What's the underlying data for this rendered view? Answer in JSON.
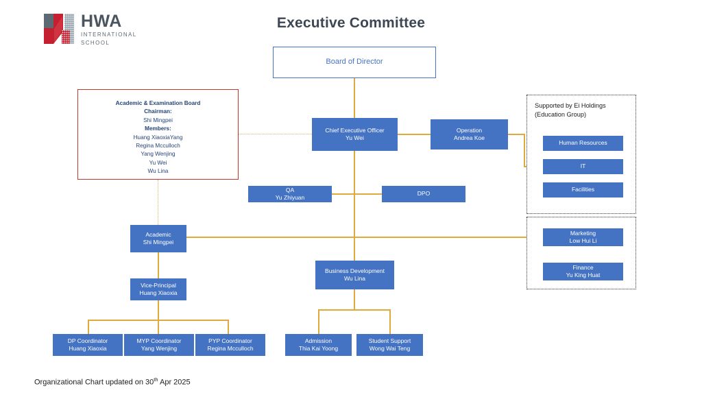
{
  "brand": {
    "name": "HWA",
    "line1": "INTERNATIONAL",
    "line2": "SCHOOL",
    "logo_icon": "hwa-monogram-icon"
  },
  "header": {
    "title": "Executive Committee"
  },
  "colors": {
    "box_fill": "#4573C4",
    "box_text": "#FFFFFF",
    "outline_box_border": "#4573C4",
    "outline_box_text": "#4573C4",
    "connector": "#E0A93C",
    "red_panel_border": "#C0392B",
    "red_panel_text": "#254478",
    "dotted_panel_border": "#2C2C2C",
    "title_text": "#3D4754"
  },
  "chart_data": {
    "type": "org-chart",
    "title": "Executive Committee",
    "nodes": [
      {
        "id": "board",
        "title": "Board of Director",
        "person": "",
        "style": "outline"
      },
      {
        "id": "ceo",
        "title": "Chief Executive Officer",
        "person": "Yu Wei",
        "style": "filled"
      },
      {
        "id": "ops",
        "title": "Operation",
        "person": "Andrea Koe",
        "style": "filled"
      },
      {
        "id": "qa",
        "title": "QA",
        "person": "Yu Zhiyuan",
        "style": "filled"
      },
      {
        "id": "dpo",
        "title": "DPO",
        "person": "",
        "style": "filled"
      },
      {
        "id": "acad",
        "title": "Academic",
        "person": "Shi Mingpei",
        "style": "filled"
      },
      {
        "id": "vp",
        "title": "Vice-Principal",
        "person": "Huang Xiaoxia",
        "style": "filled"
      },
      {
        "id": "dp",
        "title": "DP Coordinator",
        "person": "Huang Xiaoxia",
        "style": "filled"
      },
      {
        "id": "myp",
        "title": "MYP Coordinator",
        "person": "Yang Wenjing",
        "style": "filled"
      },
      {
        "id": "pyp",
        "title": "PYP Coordinator",
        "person": "Regina Mcculloch",
        "style": "filled"
      },
      {
        "id": "bizdev",
        "title": "Business Development",
        "person": "Wu Lina",
        "style": "filled"
      },
      {
        "id": "admis",
        "title": "Admission",
        "person": "Thia Kai Yoong",
        "style": "filled"
      },
      {
        "id": "support",
        "title": "Student Support",
        "person": "Wong Wai Teng",
        "style": "filled"
      },
      {
        "id": "hr",
        "title": "Human Resources",
        "person": "",
        "style": "filled"
      },
      {
        "id": "it",
        "title": "IT",
        "person": "",
        "style": "filled"
      },
      {
        "id": "fac",
        "title": "Facilities",
        "person": "",
        "style": "filled"
      },
      {
        "id": "mkt",
        "title": "Marketing",
        "person": "Low Hui Li",
        "style": "filled"
      },
      {
        "id": "fin",
        "title": "Finance",
        "person": "Yu King Huat",
        "style": "filled"
      }
    ],
    "edges": [
      {
        "from": "board",
        "to": "ceo",
        "style": "solid"
      },
      {
        "from": "ceo",
        "to": "ops",
        "style": "solid"
      },
      {
        "from": "ceo",
        "to": "qa",
        "style": "solid"
      },
      {
        "from": "ceo",
        "to": "dpo",
        "style": "solid"
      },
      {
        "from": "ceo",
        "to": "bizdev",
        "style": "solid"
      },
      {
        "from": "ceo",
        "to": "acad",
        "style": "solid"
      },
      {
        "from": "acad",
        "to": "vp",
        "style": "solid"
      },
      {
        "from": "vp",
        "to": "dp",
        "style": "solid"
      },
      {
        "from": "vp",
        "to": "myp",
        "style": "solid"
      },
      {
        "from": "vp",
        "to": "pyp",
        "style": "solid"
      },
      {
        "from": "bizdev",
        "to": "admis",
        "style": "solid"
      },
      {
        "from": "bizdev",
        "to": "support",
        "style": "solid"
      },
      {
        "from": "aeb",
        "to": "ceo",
        "style": "dotted"
      },
      {
        "from": "aeb",
        "to": "acad",
        "style": "dotted"
      },
      {
        "from": "ops",
        "to": "support_group_top",
        "style": "solid"
      },
      {
        "from": "acad",
        "to": "support_group_bottom",
        "style": "solid"
      }
    ]
  },
  "nodes": {
    "board": {
      "title": "Board of Director"
    },
    "ceo": {
      "title": "Chief Executive Officer",
      "person": "Yu Wei"
    },
    "ops": {
      "title": "Operation",
      "person": "Andrea Koe"
    },
    "qa": {
      "title": "QA",
      "person": "Yu Zhiyuan"
    },
    "dpo": {
      "title": "DPO"
    },
    "acad": {
      "title": "Academic",
      "person": "Shi Mingpei"
    },
    "vp": {
      "title": "Vice-Principal",
      "person": "Huang Xiaoxia"
    },
    "dp": {
      "title": "DP Coordinator",
      "person": "Huang Xiaoxia"
    },
    "myp": {
      "title": "MYP Coordinator",
      "person": "Yang Wenjing"
    },
    "pyp": {
      "title": "PYP Coordinator",
      "person": "Regina Mcculloch"
    },
    "bizdev": {
      "title": "Business Development",
      "person": "Wu Lina"
    },
    "admis": {
      "title": "Admission",
      "person": "Thia Kai Yoong"
    },
    "support": {
      "title": "Student Support",
      "person": "Wong Wai Teng"
    },
    "hr": {
      "title": "Human Resources"
    },
    "it": {
      "title": "IT"
    },
    "fac": {
      "title": "Facilities"
    },
    "mkt": {
      "title": "Marketing",
      "person": "Low Hui Li"
    },
    "fin": {
      "title": "Finance",
      "person": "Yu King Huat"
    }
  },
  "academic_board": {
    "heading": "Academic & Examination Board",
    "chairman_label": "Chairman:",
    "chairman": "Shi Mingpei",
    "members_label": "Members:",
    "members": [
      "Huang XiaoxiaYang",
      "Regina Mcculloch",
      "Yang Wenjing",
      "Yu Wei",
      "Wu Lina"
    ]
  },
  "support_group": {
    "label_line1": "Supported by Ei Holdings",
    "label_line2": "(Education Group)"
  },
  "footer": {
    "text_before": "Organizational Chart updated on 30",
    "ordinal": "th",
    "text_after": " Apr 2025"
  }
}
